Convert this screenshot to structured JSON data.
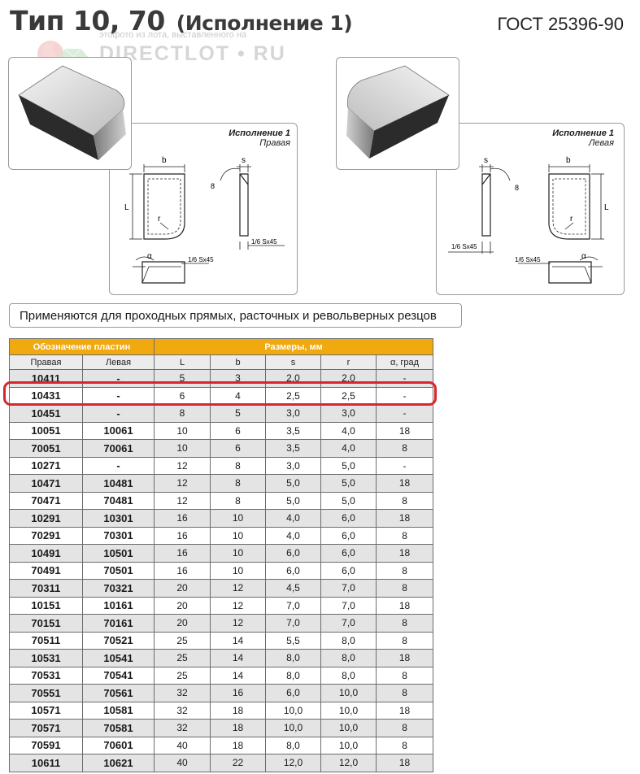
{
  "header": {
    "title": "Тип 10, 70",
    "subtitle": "(Исполнение 1)",
    "standard": "ГОСТ 25396-90"
  },
  "watermark": {
    "caption": "этофото из лота, выставленного на",
    "site": "DIRECTLOT • RU"
  },
  "drawings": {
    "right": {
      "title": "Исполнение 1",
      "side": "Правая"
    },
    "left": {
      "title": "Исполнение 1",
      "side": "Левая"
    },
    "dims": {
      "b": "b",
      "L": "L",
      "r": "r",
      "s": "s",
      "angle8": "8",
      "alpha": "α",
      "chamfer": "1/6 Sx45"
    }
  },
  "note": "Применяются для проходных прямых, расточных и револьверных резцов",
  "table": {
    "group_headers": [
      "Обозначение пластин",
      "Размеры, мм"
    ],
    "columns": [
      "Правая",
      "Левая",
      "L",
      "b",
      "s",
      "r",
      "α, град"
    ],
    "rows": [
      [
        "10411",
        "-",
        "5",
        "3",
        "2,0",
        "2,0",
        "-"
      ],
      [
        "10431",
        "-",
        "6",
        "4",
        "2,5",
        "2,5",
        "-"
      ],
      [
        "10451",
        "-",
        "8",
        "5",
        "3,0",
        "3,0",
        "-"
      ],
      [
        "10051",
        "10061",
        "10",
        "6",
        "3,5",
        "4,0",
        "18"
      ],
      [
        "70051",
        "70061",
        "10",
        "6",
        "3,5",
        "4,0",
        "8"
      ],
      [
        "10271",
        "-",
        "12",
        "8",
        "3,0",
        "5,0",
        "-"
      ],
      [
        "10471",
        "10481",
        "12",
        "8",
        "5,0",
        "5,0",
        "18"
      ],
      [
        "70471",
        "70481",
        "12",
        "8",
        "5,0",
        "5,0",
        "8"
      ],
      [
        "10291",
        "10301",
        "16",
        "10",
        "4,0",
        "6,0",
        "18"
      ],
      [
        "70291",
        "70301",
        "16",
        "10",
        "4,0",
        "6,0",
        "8"
      ],
      [
        "10491",
        "10501",
        "16",
        "10",
        "6,0",
        "6,0",
        "18"
      ],
      [
        "70491",
        "70501",
        "16",
        "10",
        "6,0",
        "6,0",
        "8"
      ],
      [
        "70311",
        "70321",
        "20",
        "12",
        "4,5",
        "7,0",
        "8"
      ],
      [
        "10151",
        "10161",
        "20",
        "12",
        "7,0",
        "7,0",
        "18"
      ],
      [
        "70151",
        "70161",
        "20",
        "12",
        "7,0",
        "7,0",
        "8"
      ],
      [
        "70511",
        "70521",
        "25",
        "14",
        "5,5",
        "8,0",
        "8"
      ],
      [
        "10531",
        "10541",
        "25",
        "14",
        "8,0",
        "8,0",
        "18"
      ],
      [
        "70531",
        "70541",
        "25",
        "14",
        "8,0",
        "8,0",
        "8"
      ],
      [
        "70551",
        "70561",
        "32",
        "16",
        "6,0",
        "10,0",
        "8"
      ],
      [
        "10571",
        "10581",
        "32",
        "18",
        "10,0",
        "10,0",
        "18"
      ],
      [
        "70571",
        "70581",
        "32",
        "18",
        "10,0",
        "10,0",
        "8"
      ],
      [
        "70591",
        "70601",
        "40",
        "18",
        "8,0",
        "10,0",
        "8"
      ],
      [
        "10611",
        "10621",
        "40",
        "22",
        "12,0",
        "12,0",
        "18"
      ]
    ],
    "highlighted_row": "10431"
  },
  "colors": {
    "header_orange": "#f0a90f",
    "highlight_red": "#d8262d",
    "row_gray": "#e4e4e4"
  }
}
